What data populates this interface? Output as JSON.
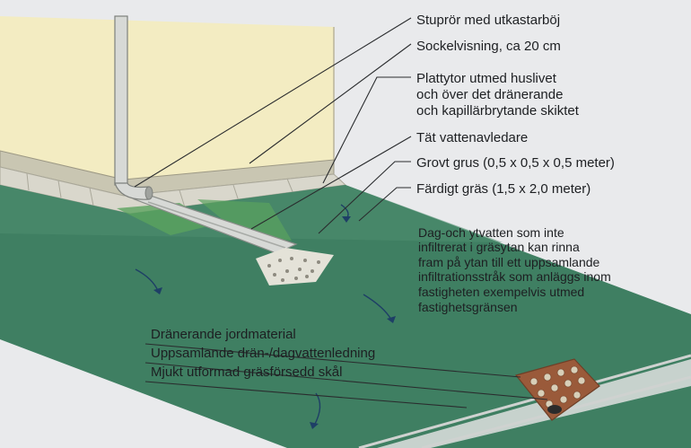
{
  "colors": {
    "paper": "#e9eaec",
    "wall": "#f3ecc2",
    "plinth": "#c9c6b2",
    "ground": "#3f7f62",
    "ground_light": "#5a9a7c",
    "pipe": "#d7d9d6",
    "gravel": "#e4e2d8",
    "soil": "#9a5a3a",
    "text": "#1d1f22",
    "leader": "#2a2c2e"
  },
  "labels": {
    "downpipe": "Stuprör med utkastarböj",
    "plinth": "Sockelvisning, ca 20 cm",
    "paving_1": "Plattytor utmed huslivet",
    "paving_2": "och över det dränerande",
    "paving_3": "och kapillärbrytande skiktet",
    "sealed_drain": "Tät vattenavledare",
    "coarse_gravel": "Grovt grus (0,5 x 0,5 x 0,5 meter)",
    "finished_grass": "Färdigt gräs (1,5 x 2,0 meter)",
    "surface_water_1": "Dag-och ytvatten som inte",
    "surface_water_2": "infiltrerat i gräsytan kan rinna",
    "surface_water_3": "fram på ytan till ett uppsamlande",
    "surface_water_4": "infiltrationsstråk som anläggs inom",
    "surface_water_5": "fastigheten exempelvis utmed",
    "surface_water_6": "fastighetsgränsen",
    "draining_soil": "Dränerande jordmaterial",
    "collecting_pipe": "Uppsamlande drän-/dagvattenledning",
    "grass_swale": "Mjukt utformad gräsförsedd skål"
  }
}
